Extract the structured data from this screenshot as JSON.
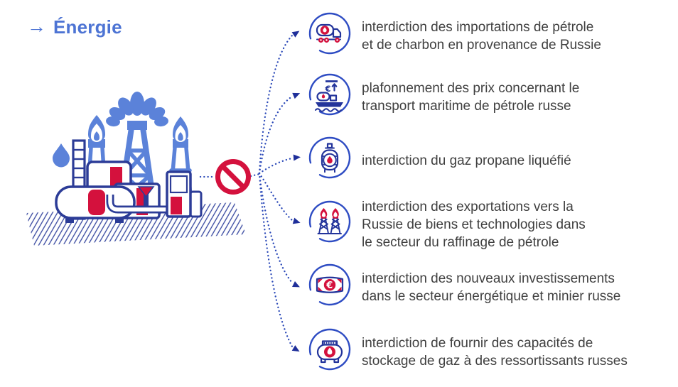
{
  "title": {
    "arrow": "→",
    "label": "Énergie"
  },
  "colors": {
    "title_blue": "#4d74d4",
    "illustration_blue": "#5b82d9",
    "outline_navy": "#2c3c97",
    "icon_navy": "#23349b",
    "dotted_line_blue": "#2b49b8",
    "prohibition_red": "#d4113d",
    "text_gray": "#3f3f3f"
  },
  "illustration": {
    "name": "oil-gas-facility",
    "prohibition_icon": "no-entry-icon"
  },
  "items": [
    {
      "icon": "tanker-truck-icon",
      "lines": [
        "interdiction des importations de pétrole",
        "et de charbon en provenance de Russie"
      ]
    },
    {
      "icon": "oil-tanker-ship-price-cap-icon",
      "lines": [
        "plafonnement des prix concernant le",
        "transport maritime de pétrole russe"
      ]
    },
    {
      "icon": "propane-gas-cylinder-icon",
      "lines": [
        "interdiction du gaz propane liquéfié"
      ]
    },
    {
      "icon": "oil-derricks-flames-icon",
      "lines": [
        "interdiction des exportations vers la",
        "Russie de biens et technologies dans",
        "le secteur du raffinage de pétrole"
      ]
    },
    {
      "icon": "euro-banknote-icon",
      "lines": [
        "interdiction des nouveaux investissements",
        "dans le secteur énergétique et minier russe"
      ]
    },
    {
      "icon": "gas-storage-tank-icon",
      "lines": [
        "interdiction de fournir des capacités de",
        "stockage de gaz à des ressortissants russes"
      ]
    }
  ]
}
